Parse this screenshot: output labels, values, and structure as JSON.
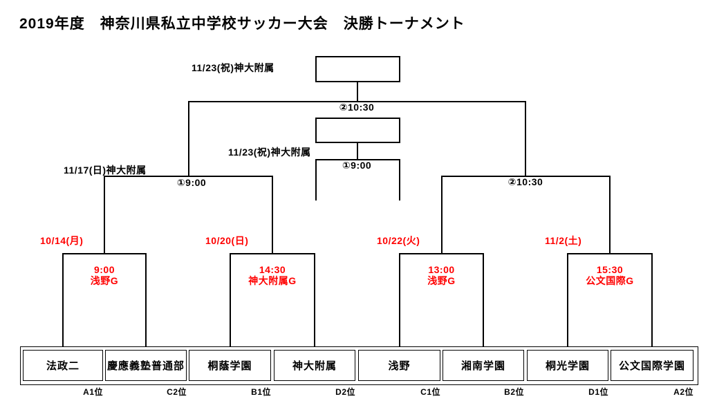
{
  "page": {
    "title": "2019年度　神奈川県私立中学校サッカー大会　決勝トーナメント"
  },
  "colors": {
    "line": "#000000",
    "schedule_red": "#ff0000",
    "background": "#ffffff"
  },
  "final": {
    "venue_date": "11/23(祝)神大附属",
    "time": "②10:30"
  },
  "third_place": {
    "venue_date": "11/23(祝)神大附属",
    "time": "①9:00"
  },
  "semifinal": {
    "venue_date": "11/17(日)神大附属",
    "left_time": "①9:00",
    "right_time": "②10:30"
  },
  "quarterfinals": [
    {
      "date": "10/14(月)",
      "time": "9:00",
      "venue": "浅野G"
    },
    {
      "date": "10/20(日)",
      "time": "14:30",
      "venue": "神大附属G"
    },
    {
      "date": "10/22(火)",
      "time": "13:00",
      "venue": "浅野G"
    },
    {
      "date": "11/2(土)",
      "time": "15:30",
      "venue": "公文国際G"
    }
  ],
  "teams": [
    {
      "name": "法政二",
      "seed": "A1位"
    },
    {
      "name": "慶應義塾普通部",
      "seed": "C2位"
    },
    {
      "name": "桐蔭学園",
      "seed": "B1位"
    },
    {
      "name": "神大附属",
      "seed": "D2位"
    },
    {
      "name": "浅野",
      "seed": "C1位"
    },
    {
      "name": "湘南学園",
      "seed": "B2位"
    },
    {
      "name": "桐光学園",
      "seed": "D1位"
    },
    {
      "name": "公文国際学園",
      "seed": "A2位"
    }
  ]
}
